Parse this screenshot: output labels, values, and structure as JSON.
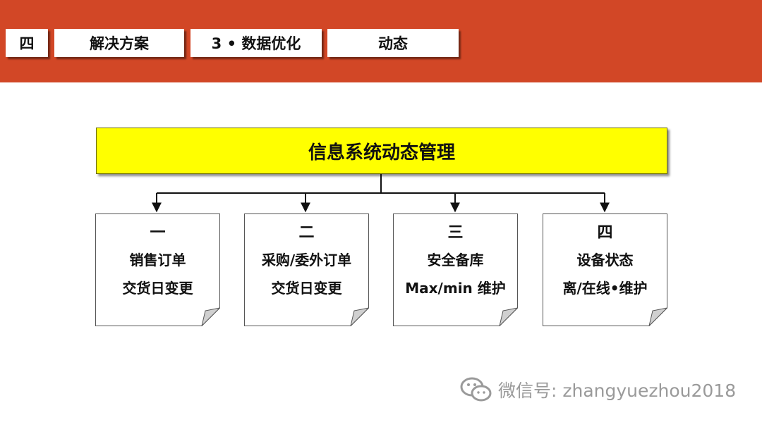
{
  "header": {
    "tabs": [
      "四",
      "解决方案",
      "3 • 数据优化",
      "动态"
    ],
    "bg_color": "#d24726"
  },
  "diagram": {
    "title": "信息系统动态管理",
    "title_color": "#ffff00",
    "cards": [
      {
        "num": "一",
        "line1": "销售订单",
        "line2": "交货日变更"
      },
      {
        "num": "二",
        "line1": "采购/委外订单",
        "line2": "交货日变更"
      },
      {
        "num": "三",
        "line1": "安全备库",
        "line2": "Max/min 维护"
      },
      {
        "num": "四",
        "line1": "设备状态",
        "line2": "离/在线•维护"
      }
    ]
  },
  "watermark": {
    "icon": "wechat-icon",
    "text": "微信号: zhangyuezhou2018"
  }
}
